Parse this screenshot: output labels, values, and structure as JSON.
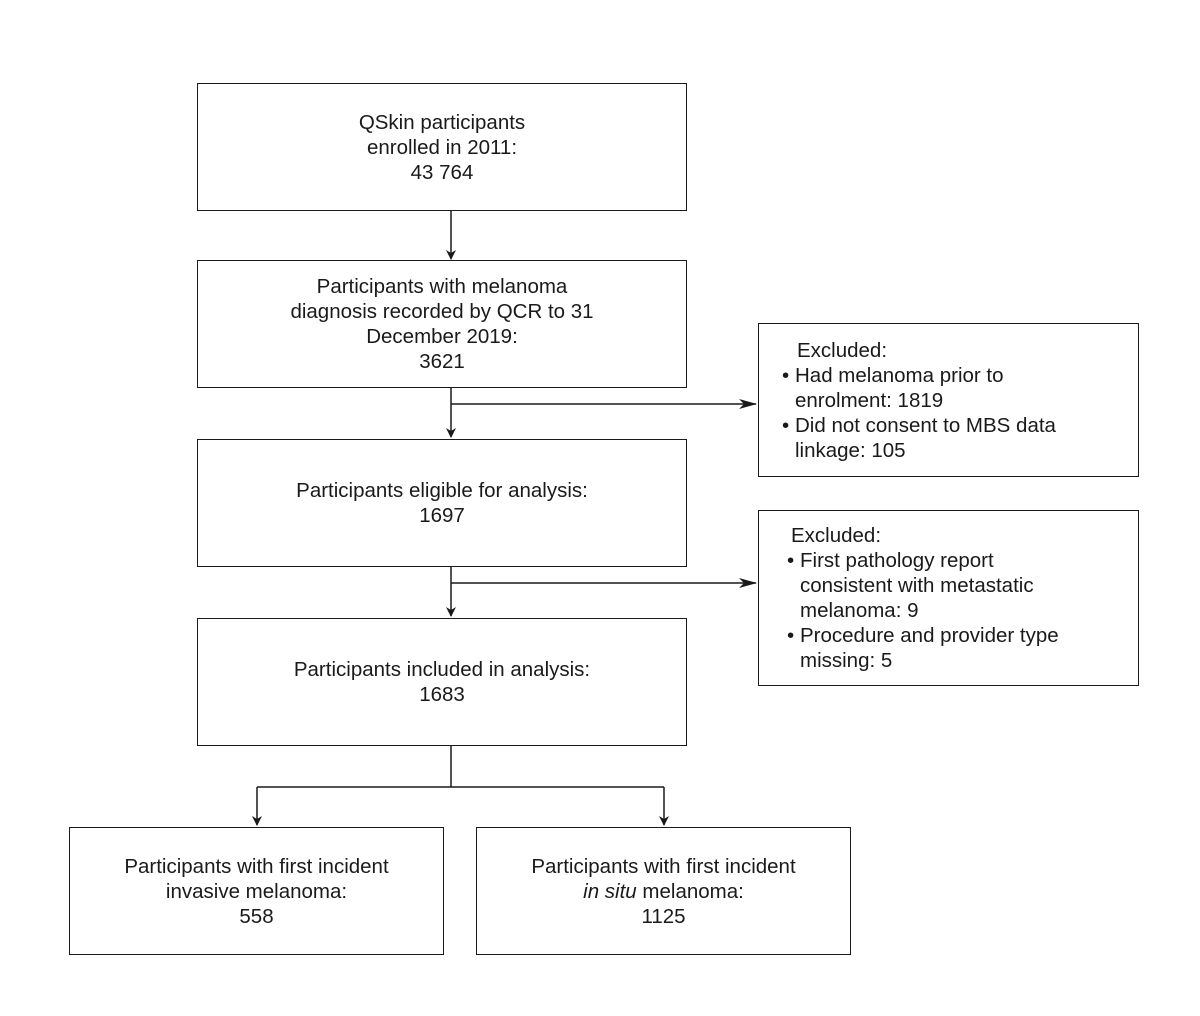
{
  "boxes": {
    "enrolled": {
      "lines": [
        "QSkin participants",
        "enrolled in 2011:",
        "43 764"
      ]
    },
    "diagnosed": {
      "lines": [
        "Participants with melanoma",
        "diagnosis recorded by QCR to 31",
        "December 2019:",
        "3621"
      ]
    },
    "eligible": {
      "lines": [
        "Participants eligible for analysis:",
        "1697"
      ]
    },
    "included": {
      "lines": [
        "Participants included in analysis:",
        "1683"
      ]
    },
    "invasive": {
      "lines": [
        "Participants with first incident",
        "invasive melanoma:",
        "558"
      ]
    },
    "in_situ": {
      "line1": "Participants with first incident",
      "italic_term": "in situ",
      "line2_rest": " melanoma:",
      "count": "1125"
    }
  },
  "exclusions": {
    "first": {
      "heading": "Excluded:",
      "bullet": "•",
      "items": [
        {
          "lines": [
            "Had melanoma prior to",
            "enrolment: 1819"
          ]
        },
        {
          "lines": [
            "Did not consent to MBS data",
            "linkage: 105"
          ]
        }
      ]
    },
    "second": {
      "heading": "Excluded:",
      "bullet": "•",
      "items": [
        {
          "lines": [
            "First pathology report",
            "consistent with metastatic",
            "melanoma: 9"
          ]
        },
        {
          "lines": [
            "Procedure and provider type",
            "missing: 5"
          ]
        }
      ]
    }
  },
  "colors": {
    "stroke": "#1a1a1a",
    "background": "#ffffff"
  }
}
